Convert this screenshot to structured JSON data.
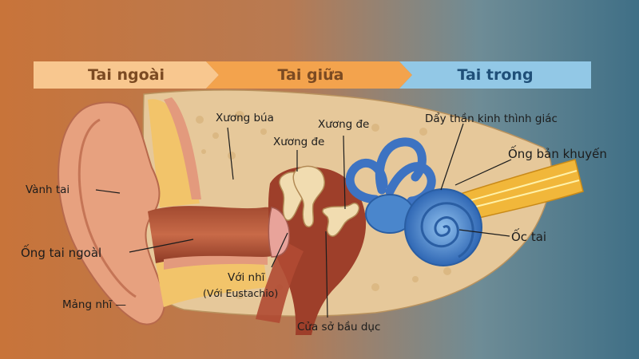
{
  "sections": {
    "outer": "Tai ngoài",
    "middle": "Tai giữa",
    "inner": "Tai trong"
  },
  "labels": {
    "malleus": "Xương búa",
    "incus": "Xương đe",
    "stapes": "Xương đe",
    "cochlear_nerve": "Dẩy thần kinh thình giác",
    "semicircular_canals": "Ống bản khuyến",
    "auricle": "Vành tai",
    "ear_canal": "Ống tai ngoàl",
    "eardrum": "Mảng nhĩ —",
    "cochlea": "Ốc tai",
    "eustachian_tube": "Với nhĩ",
    "eustachian_tube_note": "(Với Eustachio)",
    "oval_window": "Cửa sở bầu dục"
  },
  "colors": {
    "outer_banner": "#f7c48a",
    "middle_banner": "#f3a24a",
    "inner_banner": "#8dc4e3",
    "cochlea": "#4a86cc",
    "bone": "#ead2a4",
    "flesh": "#c9795a"
  }
}
